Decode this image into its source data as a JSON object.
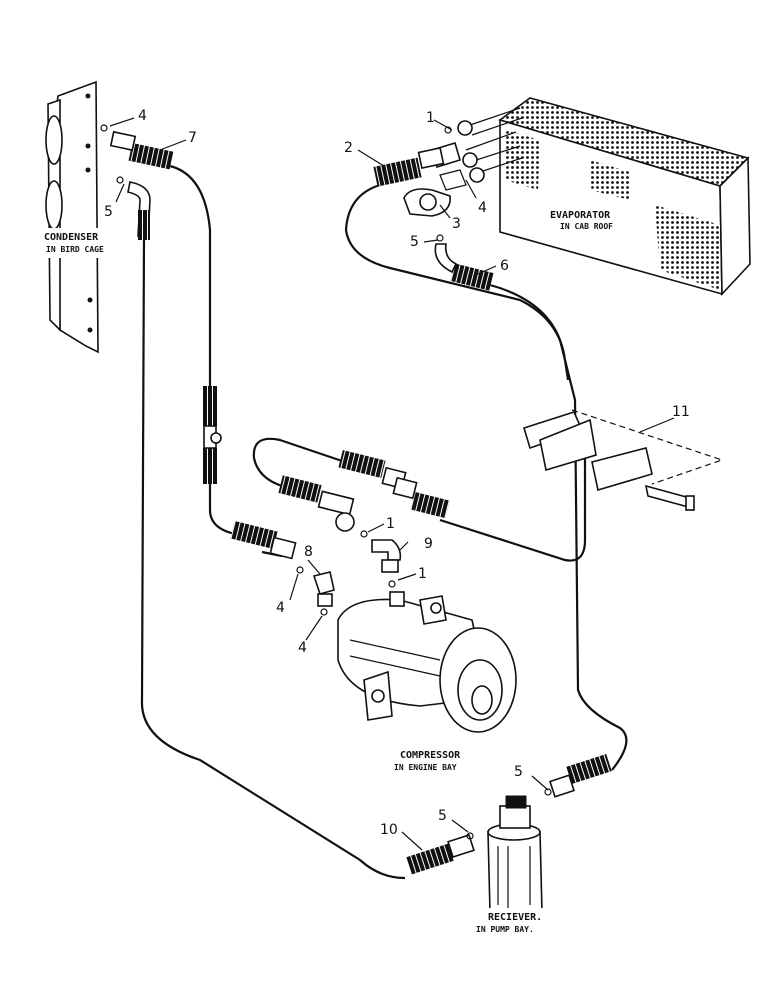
{
  "components": {
    "condenser": {
      "name": "CONDENSER",
      "location": "IN BIRD CAGE"
    },
    "evaporator": {
      "name": "EVAPORATOR",
      "location": "IN CAB ROOF"
    },
    "compressor": {
      "name": "COMPRESSOR",
      "location": "IN ENGINE BAY"
    },
    "receiver": {
      "name": "RECIEVER.",
      "location": "IN PUMP BAY."
    }
  },
  "callouts": {
    "c1_top": "1",
    "c2": "2",
    "c3": "3",
    "c4_evap": "4",
    "c4_cond": "4",
    "c5_cond": "5",
    "c5_evap": "5",
    "c6": "6",
    "c7": "7",
    "c1_mid": "1",
    "c9": "9",
    "c1_comp": "1",
    "c8": "8",
    "c4_comp_a": "4",
    "c4_comp_b": "4",
    "c11": "11",
    "c5_recv_a": "5",
    "c5_recv_b": "5",
    "c10": "10"
  }
}
